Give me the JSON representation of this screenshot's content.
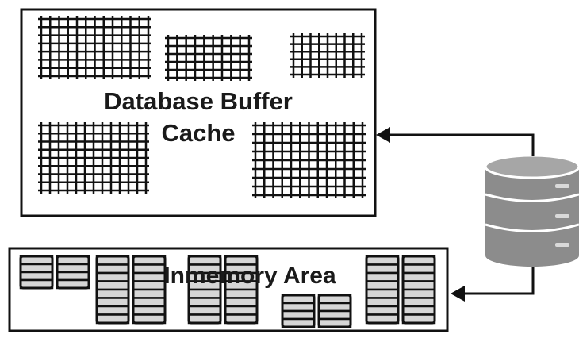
{
  "diagram": {
    "buffer_cache": {
      "label_line1": "Database Buffer",
      "label_line2": "Cache"
    },
    "inmemory_area": {
      "label": "Inmemory Area"
    },
    "icons": {
      "database": "database-cylinder-icon",
      "arrow": "arrow-left-icon",
      "grid": "data-block-grid-icon",
      "column_store": "columnar-store-icon"
    },
    "colors": {
      "stroke": "#111111",
      "database_fill": "#8c8c8c",
      "database_stripe": "#d9d9d9",
      "column_cell_fill": "#d6d6d6"
    }
  }
}
